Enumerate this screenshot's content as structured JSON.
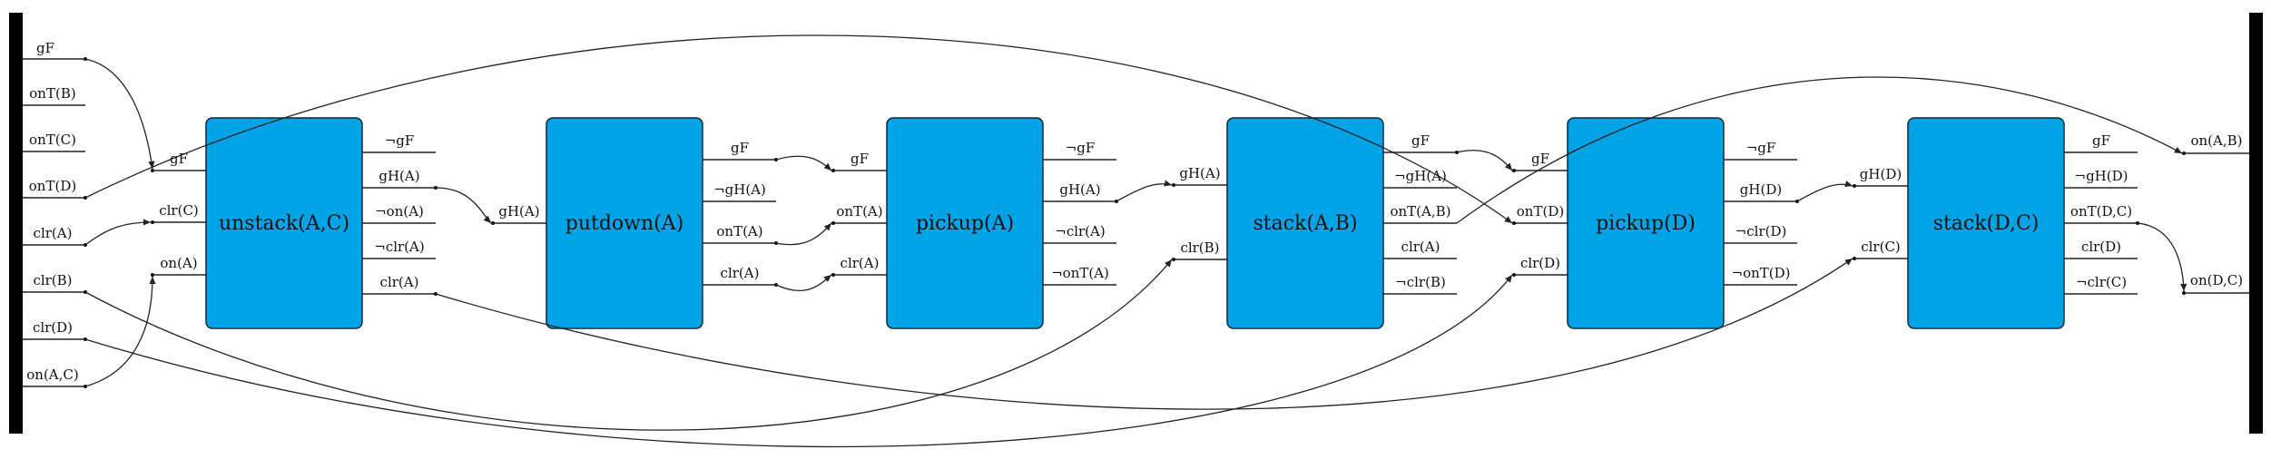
{
  "colors": {
    "action_fill": "#00a3e6",
    "action_stroke": "#0a2a3a",
    "bar": "#000000",
    "line": "#222222"
  },
  "init": [
    "gF",
    "onT(B)",
    "onT(C)",
    "onT(D)",
    "clr(A)",
    "clr(B)",
    "clr(D)",
    "on(A,C)"
  ],
  "goal": [
    "on(A,B)",
    "on(D,C)"
  ],
  "actions": [
    {
      "name": "unstack(A,C)",
      "pre": [
        "gF",
        "clr(C)",
        "on(A)"
      ],
      "eff": [
        "¬gF",
        "gH(A)",
        "¬on(A)",
        "¬clr(A)",
        "clr(A)"
      ]
    },
    {
      "name": "putdown(A)",
      "pre": [
        "gH(A)"
      ],
      "eff": [
        "gF",
        "¬gH(A)",
        "onT(A)",
        "clr(A)"
      ]
    },
    {
      "name": "pickup(A)",
      "pre": [
        "gF",
        "onT(A)",
        "clr(A)"
      ],
      "eff": [
        "¬gF",
        "gH(A)",
        "¬clr(A)",
        "¬onT(A)"
      ]
    },
    {
      "name": "stack(A,B)",
      "pre": [
        "gH(A)",
        "clr(B)"
      ],
      "eff": [
        "gF",
        "¬gH(A)",
        "onT(A,B)",
        "clr(A)",
        "¬clr(B)"
      ]
    },
    {
      "name": "pickup(D)",
      "pre": [
        "gF",
        "onT(D)",
        "clr(D)"
      ],
      "eff": [
        "¬gF",
        "gH(D)",
        "¬clr(D)",
        "¬onT(D)"
      ]
    },
    {
      "name": "stack(D,C)",
      "pre": [
        "gH(D)",
        "clr(C)"
      ],
      "eff": [
        "gF",
        "¬gH(D)",
        "onT(D,C)",
        "clr(D)",
        "¬clr(C)"
      ]
    }
  ]
}
